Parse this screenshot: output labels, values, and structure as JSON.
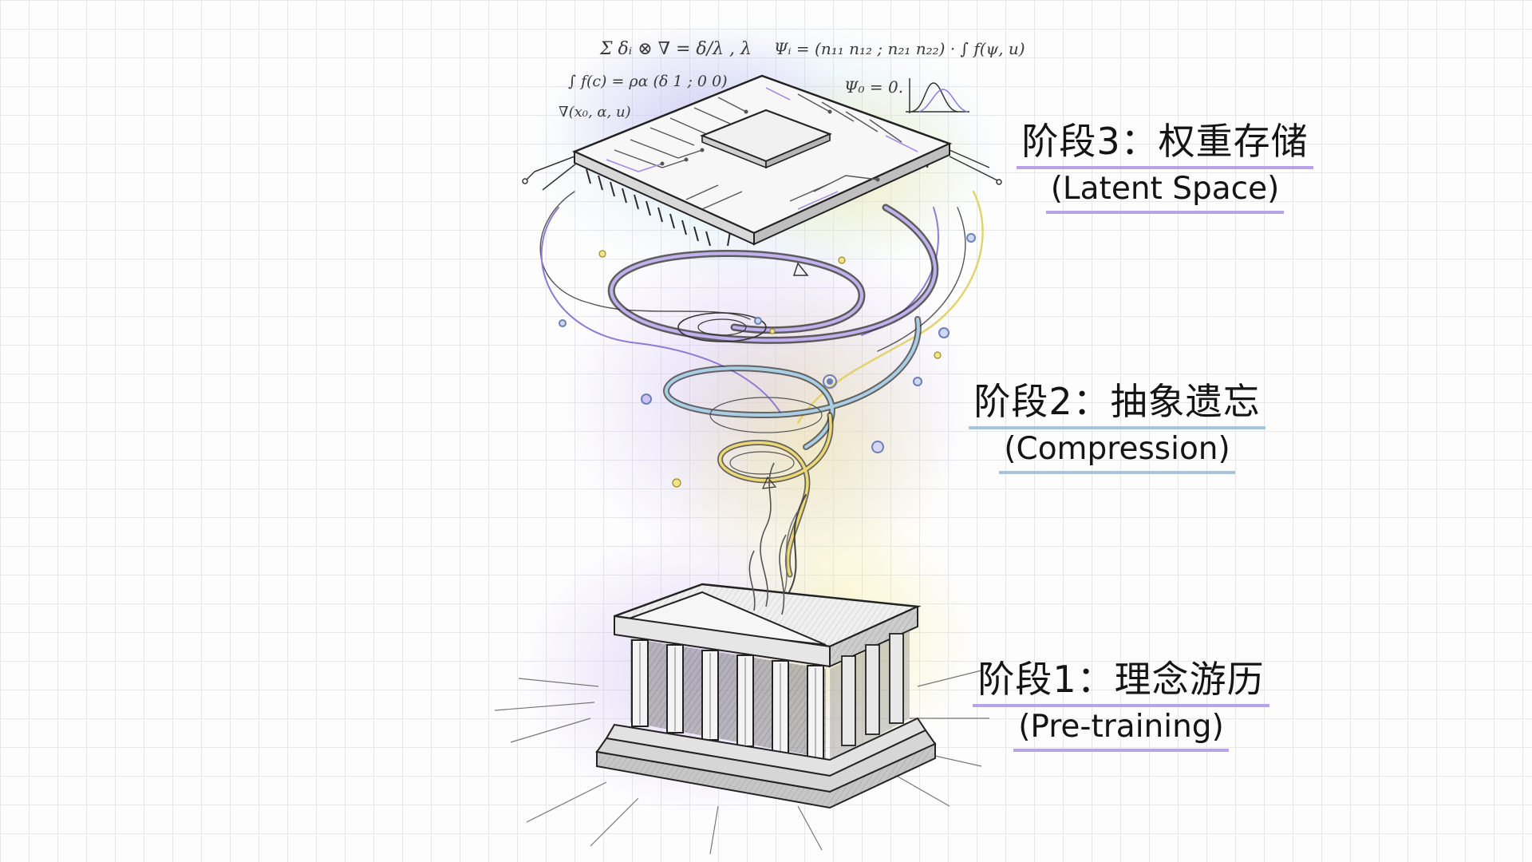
{
  "stages": [
    {
      "id": "stage3",
      "title": "阶段3：权重存储",
      "subtitle": "(Latent Space)"
    },
    {
      "id": "stage2",
      "title": "阶段2：抽象遗忘",
      "subtitle": "(Compression)"
    },
    {
      "id": "stage1",
      "title": "阶段1：理念游历",
      "subtitle": "(Pre-training)"
    }
  ],
  "formulas": {
    "f1": "Σ δᵢ ⊗ ∇ = δ/λ , λ",
    "f2": "Ψᵢ = (n₁₁ n₁₂ ; n₂₁ n₂₂) · ∫ f(ψ, u)",
    "f3": "∫ f(c) = ρα (δ 1 ; 0 0)",
    "f4": "Ψ₀ = 0.",
    "f5": "∇(x₀, α, u)"
  },
  "icons": {
    "top": "microchip-icon",
    "middle": "spiral-vortex-icon",
    "bottom": "greek-temple-icon"
  },
  "colors": {
    "purple": "#b7a3e6",
    "blue": "#a8c3dc",
    "yellow": "#f1e48a",
    "ink": "#2b2b2b"
  }
}
